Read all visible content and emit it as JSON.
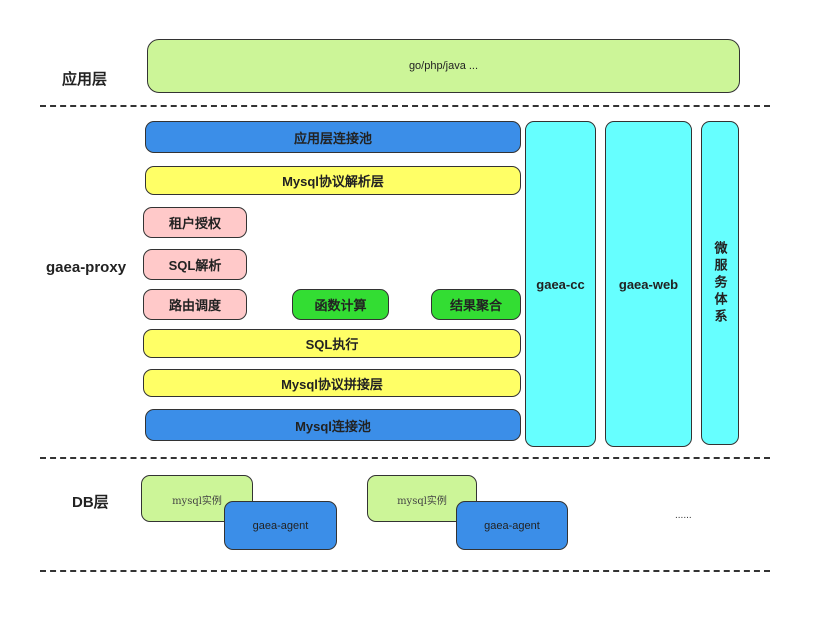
{
  "labels": {
    "app_layer": "应用层",
    "proxy": "gaea-proxy",
    "db_layer": "DB层"
  },
  "app": {
    "languages": "go/php/java ..."
  },
  "proxy": {
    "app_pool": "应用层连接池",
    "protocol_parse": "Mysql协议解析层",
    "tenant_auth": "租户授权",
    "sql_parse": "SQL解析",
    "routing": "路由调度",
    "func_calc": "函数计算",
    "result_agg": "结果聚合",
    "sql_exec": "SQL执行",
    "protocol_build": "Mysql协议拼接层",
    "mysql_pool": "Mysql连接池"
  },
  "side": {
    "cc": "gaea-cc",
    "web": "gaea-web",
    "micro": "微服务体系"
  },
  "db": {
    "instance_1": "mysql实例",
    "agent_1": "gaea-agent",
    "instance_2": "mysql实例",
    "agent_2": "gaea-agent",
    "more": "......"
  },
  "colors": {
    "light_green": "#ccf598",
    "blue": "#3b8ee8",
    "yellow": "#ffff66",
    "pink": "#ffc9c9",
    "green": "#33dd33",
    "cyan": "#66ffff"
  }
}
